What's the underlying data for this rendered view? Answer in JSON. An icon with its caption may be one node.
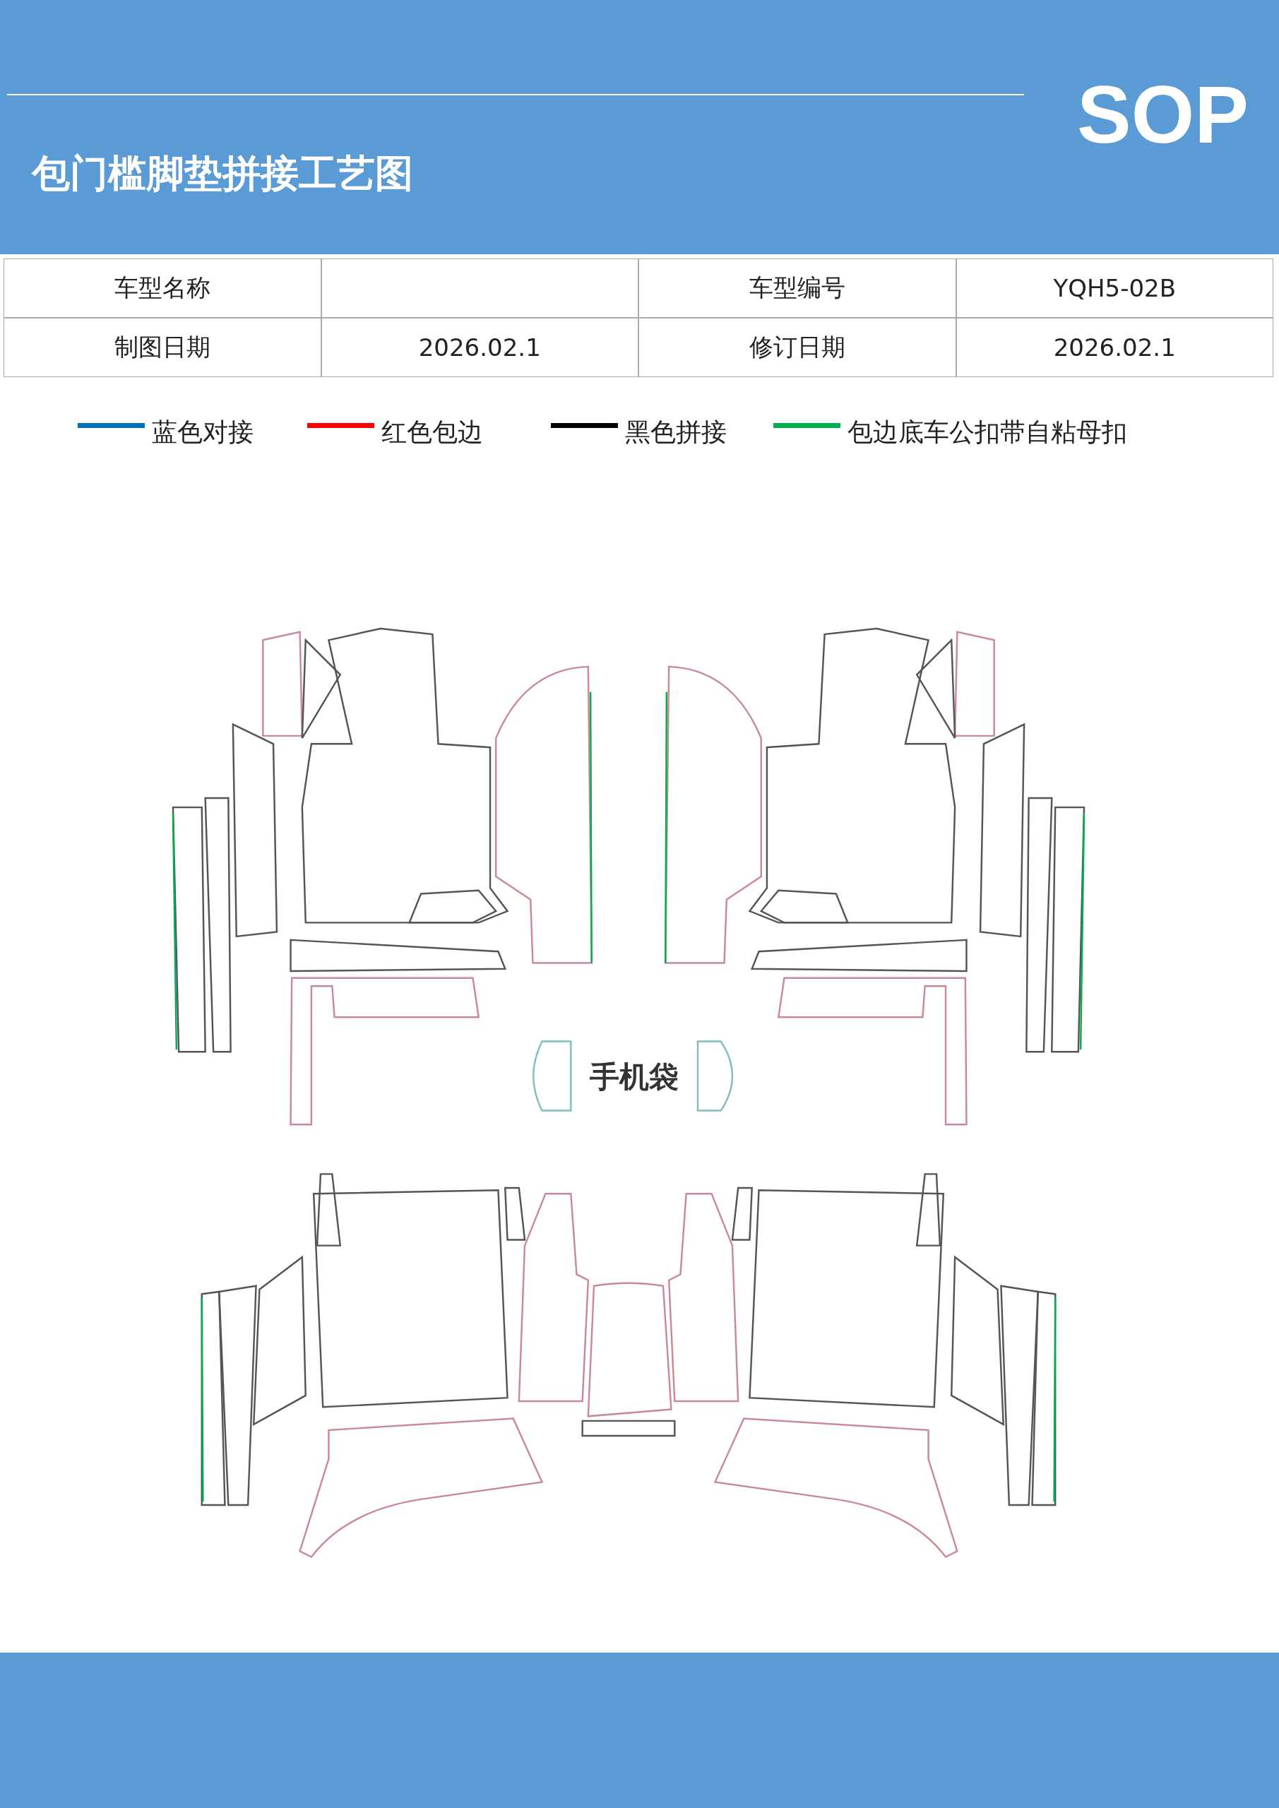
{
  "diagram": {
    "title": "包门槛脚垫拼接工艺图",
    "labels": [
      "SOP",
      "车型名称",
      "车型编号",
      "YQH5-02B",
      "制图日期",
      "2026.02.1",
      "修订日期",
      "2026.02.1",
      "手机袋"
    ],
    "legend": [
      {
        "text": "蓝色对接",
        "color": "#0070c0"
      },
      {
        "text": "红色包边",
        "color": "#ff0000"
      },
      {
        "text": "黑色拼接",
        "color": "#000000"
      },
      {
        "text": "包边底车公扣带自粘母扣",
        "color": "#00b050"
      }
    ]
  }
}
